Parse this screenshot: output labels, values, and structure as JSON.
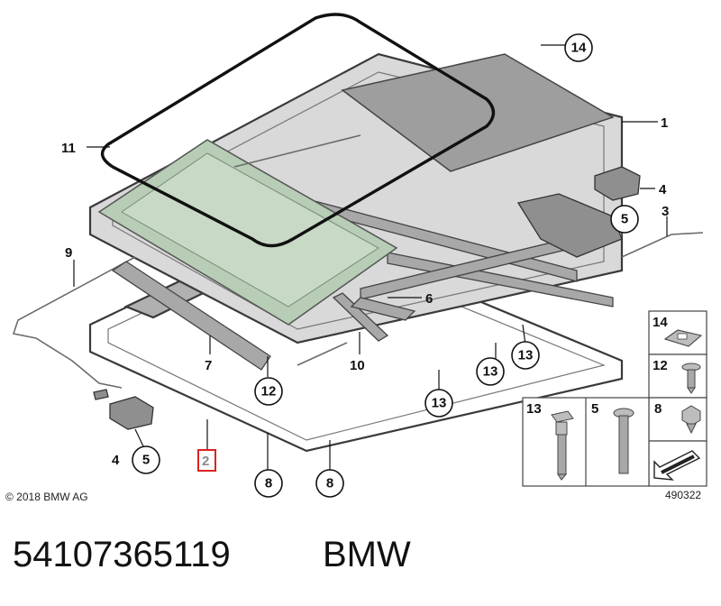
{
  "labels": {
    "n1": "1",
    "n2": "2",
    "n3": "3",
    "n4a": "4",
    "n4b": "4",
    "n5a": "5",
    "n5b": "5",
    "n6": "6",
    "n7": "7",
    "n8a": "8",
    "n8b": "8",
    "n9": "9",
    "n10": "10",
    "n11": "11",
    "n12": "12",
    "n13a": "13",
    "n13b": "13",
    "n13c": "13",
    "n14": "14"
  },
  "fasteners": {
    "box14": "14",
    "box12": "12",
    "box8": "8",
    "box13": "13",
    "box5": "5"
  },
  "copyright": "© 2018 BMW AG",
  "diagram_id": "490322",
  "part_number": "54107365119",
  "brand": "BMW",
  "highlight_color": "#dd2222"
}
